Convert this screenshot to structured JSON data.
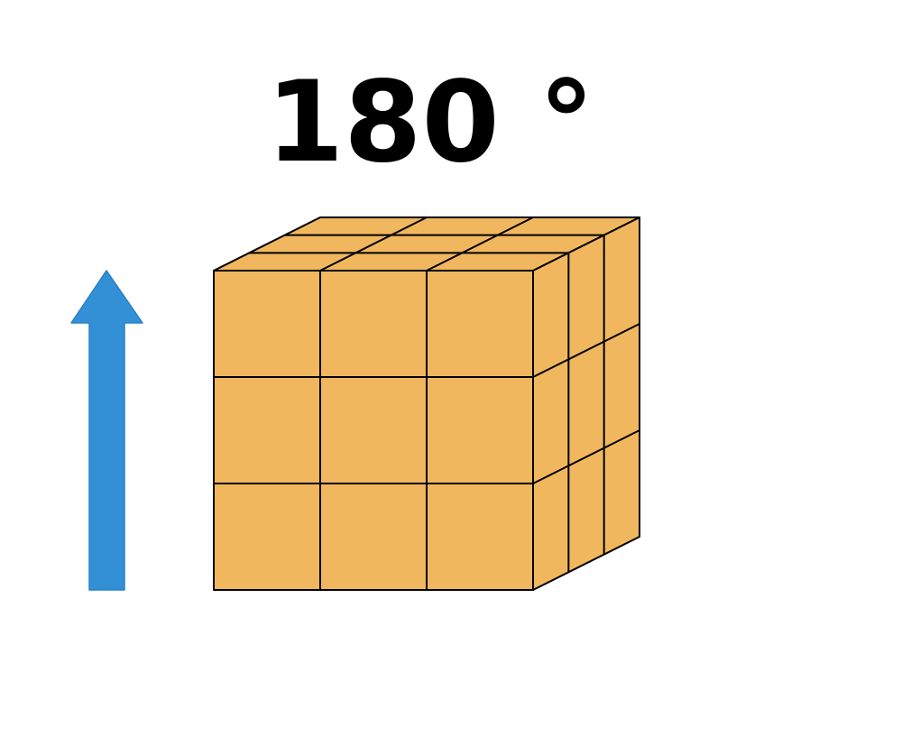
{
  "title": "180 °",
  "colors": {
    "cube_fill": "#F0B75E",
    "cube_edge": "#000000",
    "arrow_fill": "#3390D6",
    "arrow_edge": "#2A80C6",
    "background": "#FFFFFF"
  },
  "arrow": {
    "direction": "up",
    "icon": "up-arrow-icon"
  },
  "cube": {
    "grid": 3,
    "visible_faces": [
      "front",
      "top",
      "right"
    ]
  }
}
